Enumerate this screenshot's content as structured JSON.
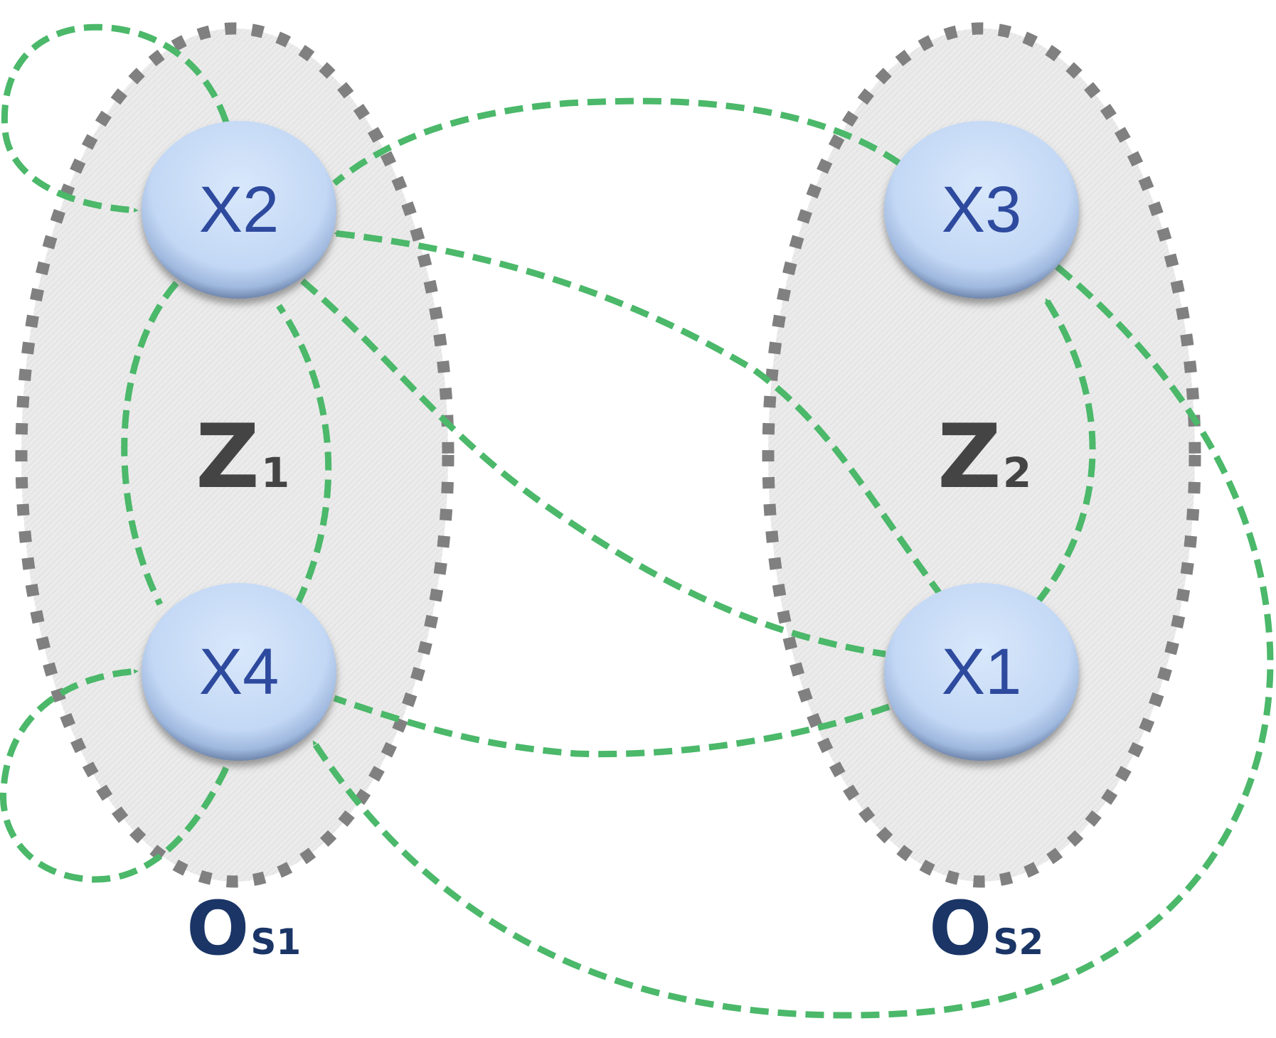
{
  "regions": [
    {
      "id": "Os1",
      "zone_letter": "Z",
      "zone_sub": "1",
      "obs_letter": "O",
      "obs_sub": "S1"
    },
    {
      "id": "Os2",
      "zone_letter": "Z",
      "zone_sub": "2",
      "obs_letter": "O",
      "obs_sub": "S2"
    }
  ],
  "nodes": [
    {
      "id": "X2",
      "label": "X2",
      "region": "Os1"
    },
    {
      "id": "X4",
      "label": "X4",
      "region": "Os1"
    },
    {
      "id": "X3",
      "label": "X3",
      "region": "Os2"
    },
    {
      "id": "X1",
      "label": "X1",
      "region": "Os2"
    }
  ],
  "edges": [
    {
      "from": "X2",
      "to": "X2"
    },
    {
      "from": "X4",
      "to": "X4"
    },
    {
      "from": "X2",
      "to": "X4"
    },
    {
      "from": "X4",
      "to": "X2"
    },
    {
      "from": "X3",
      "to": "X2"
    },
    {
      "from": "X1",
      "to": "X2"
    },
    {
      "from": "X2",
      "to": "X1"
    },
    {
      "from": "X1",
      "to": "X4"
    },
    {
      "from": "X1",
      "to": "X3"
    },
    {
      "from": "X3",
      "to": "X4"
    }
  ],
  "colors": {
    "edge": "#4bb86a",
    "region_border": "#808080",
    "node_fill": "#c5daf6",
    "node_text": "#2e4a9e",
    "zone_text": "#444444",
    "obs_text": "#1a3566"
  }
}
